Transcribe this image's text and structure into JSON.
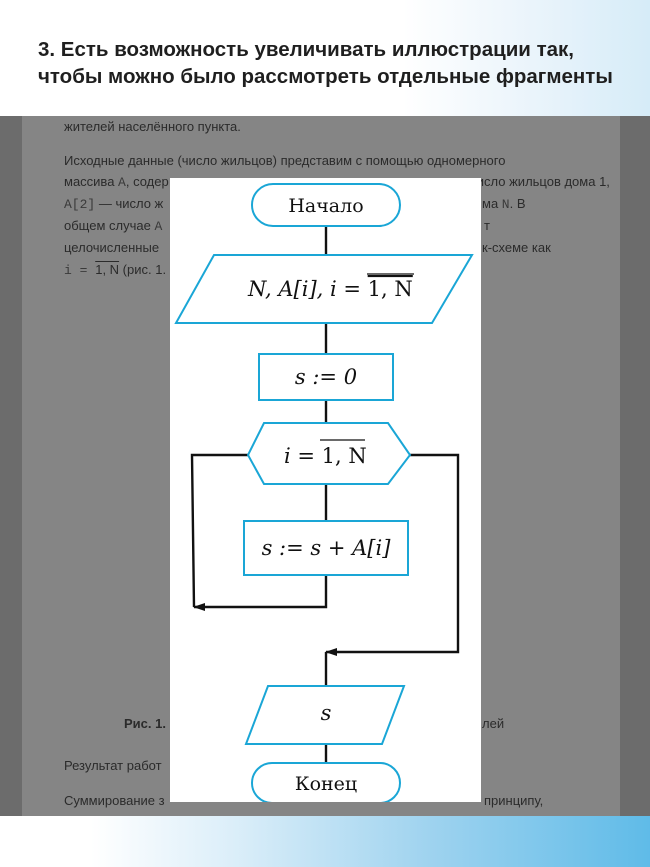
{
  "header": {
    "title_line1": "3. Есть возможность увеличивать иллюстрации так,",
    "title_line2": "чтобы можно было рассмотреть отдельные фрагменты"
  },
  "document": {
    "line1": "жителей населённого пункта.",
    "line2": "Исходные данные (число жильцов) представим с помощью одномерного",
    "line3a": "массива ",
    "line3b": "A",
    "line3c": ", содер",
    "line3d": "число жильцов дома 1,",
    "line4a": "A[2]",
    "line4b": " — число ж",
    "line4c": "ма ",
    "line4d": "N",
    "line4e": ". В",
    "line5a": "общем случае ",
    "line5b": "A",
    "line5c": "т",
    "line6a": "целочисленные",
    "line6b": "к-схеме как",
    "line7a": "i = ",
    "line7b": "1, N",
    "line7c": " (рис. 1.",
    "caption_a": "Рис. 1.",
    "caption_b": "лей",
    "result": "Результат работ",
    "summation_a": "Суммирование з",
    "summation_b": "принципу,"
  },
  "flowchart": {
    "start_label": "Начало",
    "input_label_prefix": "N, A[i], i = ",
    "input_label_range": "1, N",
    "init_label": "s := 0",
    "loop_label_prefix": "i = ",
    "loop_label_range": "1, N",
    "body_label": "s := s + A[i]",
    "output_label": "s",
    "end_label": "Конец"
  },
  "colors": {
    "accent": "#1aa6d6",
    "page_gray": "#858585"
  }
}
